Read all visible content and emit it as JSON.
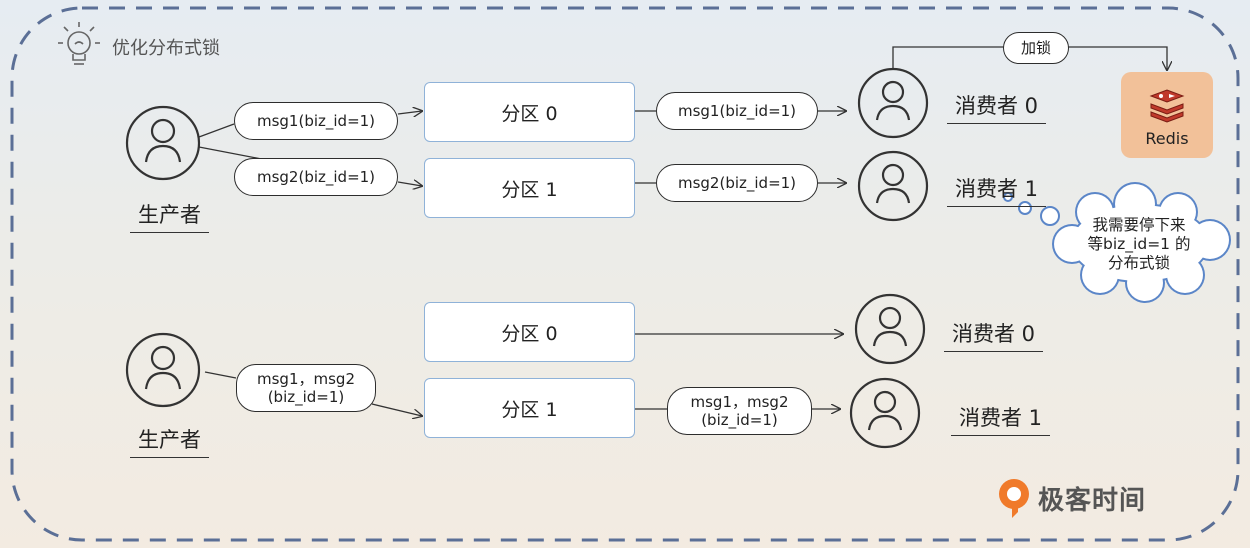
{
  "title": "优化分布式锁",
  "brand": {
    "name": "极客时间",
    "accent": "#f07a2a"
  },
  "top": {
    "producer": "生产者",
    "producer_messages": [
      "msg1(biz_id=1)",
      "msg2(biz_id=1)"
    ],
    "partitions": [
      "分区 0",
      "分区 1"
    ],
    "delivered_messages": [
      "msg1(biz_id=1)",
      "msg2(biz_id=1)"
    ],
    "consumers": [
      "消费者 0",
      "消费者 1"
    ],
    "lock_label": "加锁",
    "lock_store": "Redis",
    "thought_lines": [
      "我需要停下来",
      "等biz_id=1 的",
      "分布式锁"
    ]
  },
  "bottom": {
    "producer": "生产者",
    "producer_message_lines": [
      "msg1，msg2",
      "(biz_id=1)"
    ],
    "partitions": [
      "分区 0",
      "分区 1"
    ],
    "delivered_message_lines": [
      "msg1，msg2",
      "(biz_id=1)"
    ],
    "consumers": [
      "消费者 0",
      "消费者 1"
    ]
  },
  "colors": {
    "dashed_border": "#5b6f96",
    "partition_border": "#8fb2d8",
    "redis_bg": "#f2c199",
    "redis_icon": "#c0392b"
  }
}
